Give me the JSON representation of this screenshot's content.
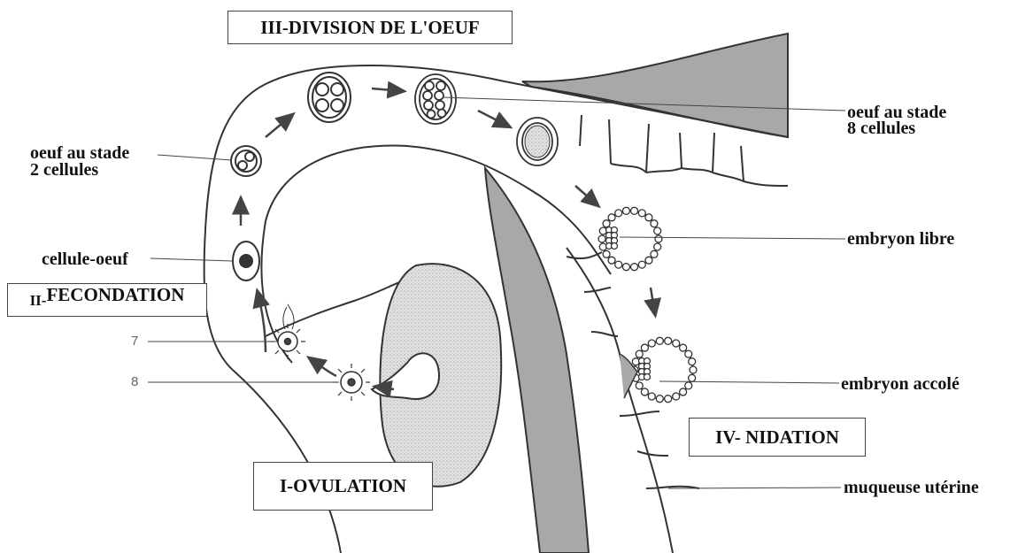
{
  "stages": {
    "division": "III-DIVISION DE L'OEUF",
    "fecondation_prefix": "II-",
    "fecondation": "FECONDATION",
    "ovulation": "I-OVULATION",
    "nidation": "IV- NIDATION"
  },
  "labels": {
    "oeuf2_line1": "oeuf au stade",
    "oeuf2_line2": "2 cellules",
    "oeuf8_line1": "oeuf au stade",
    "oeuf8_line2": "8 cellules",
    "cellule_oeuf": "cellule-oeuf",
    "embryon_libre": "embryon libre",
    "embryon_accole": "embryon accolé",
    "muqueuse": "muqueuse utérine",
    "num7": "7",
    "num8": "8"
  },
  "colors": {
    "tissue": "#a8a8a8",
    "ovary": "#dcdcdc",
    "stroke": "#3a3a3a"
  }
}
